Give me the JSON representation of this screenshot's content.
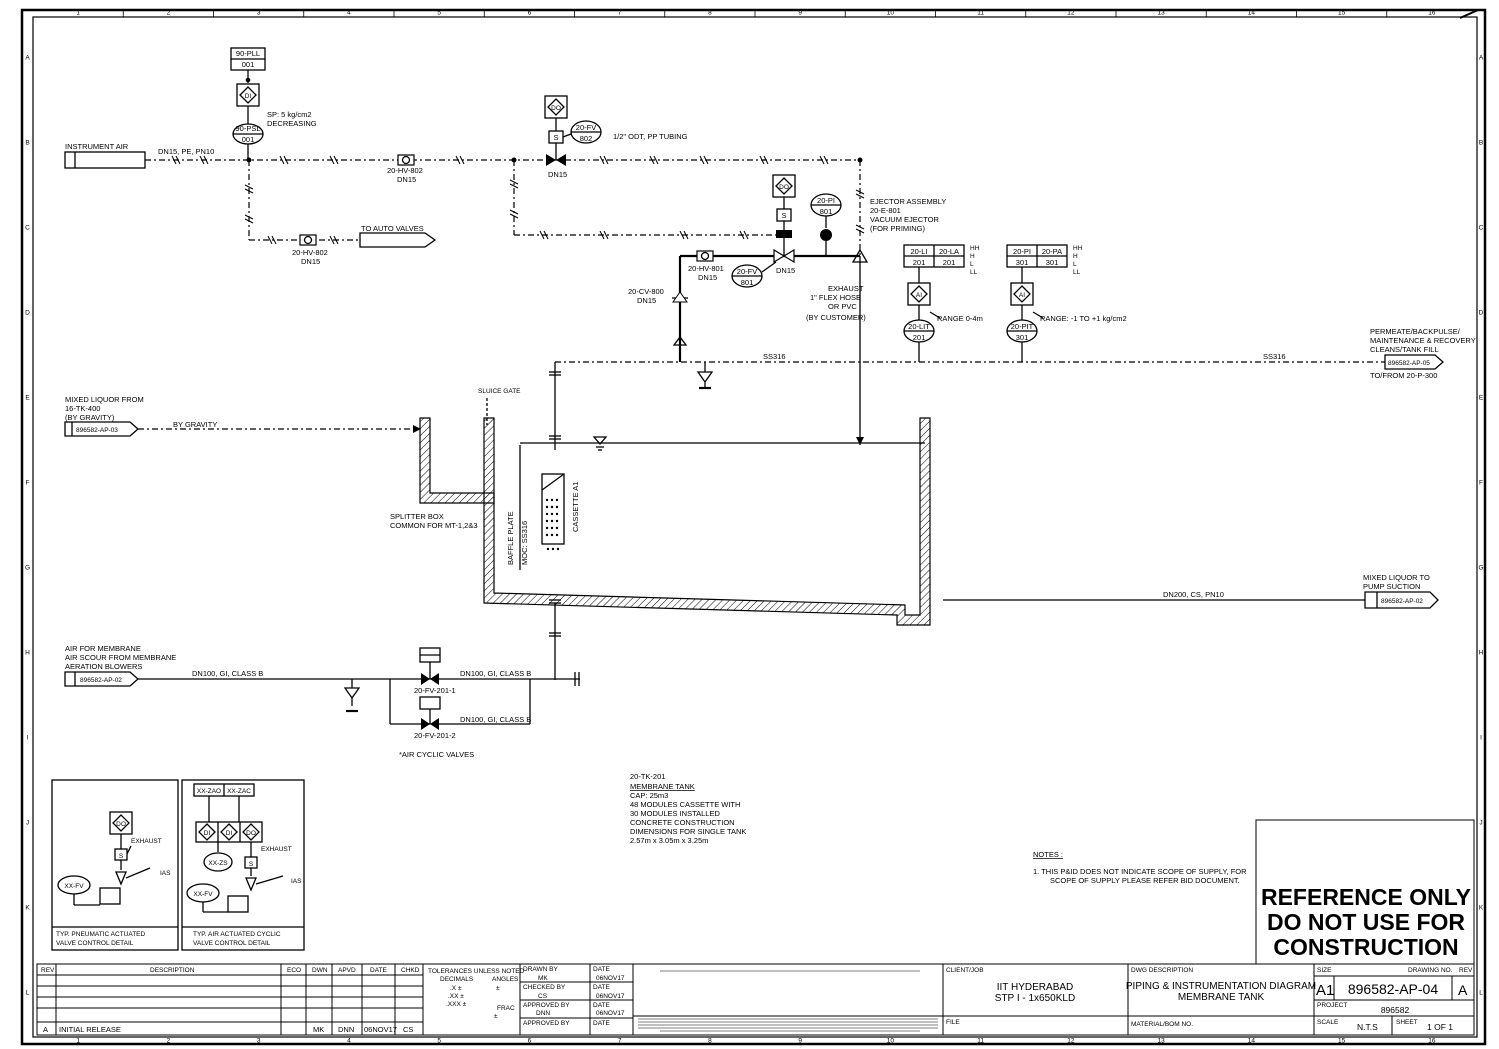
{
  "instruments": {
    "pll_tag": "90-PLL",
    "pll_num": "001",
    "psl_tag": "90-PSL",
    "psl_num": "001",
    "psl_sp": "SP: 5 kg/cm2",
    "psl_sp2": "DECREASING",
    "fv802_tag": "20-FV",
    "fv802_num": "802",
    "fv801_tag": "20-FV",
    "fv801_num": "801",
    "pi801_tag": "20-PI",
    "pi801_num": "801",
    "li_tag": "20-LI",
    "li_num": "201",
    "la_tag": "20-LA",
    "la_num": "201",
    "lit_tag": "20-LIT",
    "lit_num": "201",
    "pi301_tag": "20-PI",
    "pi301_num": "301",
    "pa_tag": "20-PA",
    "pa_num": "301",
    "pit_tag": "20-PIT",
    "pit_num": "301",
    "lit_range": "RANGE 0-4m",
    "pit_range": "RANGE: -1 TO +1 kg/cm2",
    "alarm_hh": "HH",
    "alarm_h": "H",
    "alarm_l": "L",
    "alarm_ll": "LL",
    "di": "DI",
    "do": "DO",
    "ai": "AI",
    "s": "S"
  },
  "labels": {
    "instrument_air": "INSTRUMENT AIR",
    "dn15_pe": "DN15, PE, PN10",
    "odt": "1/2\" ODT, PP TUBING",
    "dn15": "DN15",
    "hv802a": "20-HV-802",
    "hv802b": "20-HV-802",
    "to_auto_valves": "TO AUTO VALVES",
    "ejector1": "EJECTOR ASSEMBLY",
    "ejector2": "20-E-801",
    "ejector3": "VACUUM EJECTOR",
    "ejector4": "(FOR PRIMING)",
    "hv801": "20-HV-801",
    "cv800": "20-CV-800",
    "exhaust1": "EXHAUST",
    "exhaust2": "1\" FLEX HOSE",
    "exhaust3": "OR PVC",
    "exhaust4": "(BY CUSTOMER)",
    "ss316": "SS316",
    "permeate1": "PERMEATE/BACKPULSE/",
    "permeate2": "MAINTENANCE & RECOVERY",
    "permeate3": "CLEANS/TANK FILL",
    "permeate_ref": "896582-AP-05",
    "to_from": "TO/FROM 20-P-300",
    "mixed1": "MIXED LIQUOR FROM",
    "mixed2": "16-TK-400",
    "mixed3": "(BY GRAVITY)",
    "mixed_ref": "896582-AP-03",
    "by_gravity": "BY GRAVITY",
    "sluice_gate": "SLUICE GATE",
    "splitter1": "SPLITTER BOX",
    "splitter2": "COMMON FOR MT-1,2&3",
    "baffle1": "BAFFLE PLATE",
    "baffle2": "MOC: SS316",
    "cassette": "CASSETTE A1",
    "dn200": "DN200, CS, PN10",
    "mixed_to1": "MIXED LIQUOR TO",
    "mixed_to2": "PUMP SUCTION",
    "mixed_to_ref": "896582-AP-02",
    "air1": "AIR FOR MEMBRANE",
    "air2": "AIR SCOUR FROM MEMBRANE",
    "air3": "AERATION BLOWERS",
    "air_ref": "896582-AP-02",
    "dn100_gi": "DN100, GI, CLASS B",
    "fv2011": "20-FV-201-1",
    "fv2012": "20-FV-201-2",
    "cyclic": "*AIR CYCLIC VALVES",
    "tank1": "20-TK-201",
    "tank2": "MEMBRANE TANK",
    "tank3": "CAP: 25m3",
    "tank4": "48 MODULES CASSETTE WITH",
    "tank5": "30 MODULES INSTALLED",
    "tank6": "CONCRETE CONSTRUCTION",
    "tank7": "DIMENSIONS FOR SINGLE TANK",
    "tank8": "2.57m x 3.05m x 3.25m",
    "notes_title": "NOTES :",
    "note1a": "1.   THIS P&ID DOES NOT INDICATE SCOPE OF SUPPLY, FOR",
    "note1b": "SCOPE OF SUPPLY PLEASE REFER BID DOCUMENT."
  },
  "details": {
    "d1_do": "DO",
    "d1_s": "S",
    "d1_exhaust": "EXHAUST",
    "d1_fv": "XX-FV",
    "d1_ias": "IAS",
    "d1_cap1": "TYP. PNEUMATIC ACTUATED",
    "d1_cap2": "VALVE CONTROL DETAIL",
    "d2_zao": "XX-ZAO",
    "d2_zac": "XX-ZAC",
    "d2_di": "DI",
    "d2_do": "DO",
    "d2_zs": "XX-ZS",
    "d2_s": "S",
    "d2_exhaust": "EXHAUST",
    "d2_fv": "XX-FV",
    "d2_ias": "IAS",
    "d2_cap1": "TYP. AIR ACTUATED CYCLIC",
    "d2_cap2": "VALVE CONTROL DETAIL"
  },
  "stamp": {
    "l1": "REFERENCE ONLY",
    "l2": "DO NOT USE FOR",
    "l3": "CONSTRUCTION"
  },
  "title_block": {
    "rev_hdr": "REV",
    "desc_hdr": "DESCRIPTION",
    "eco_hdr": "ECO",
    "dwn_hdr": "DWN",
    "apvd_hdr": "APVD",
    "date_hdr": "DATE",
    "chkd_hdr": "CHKD",
    "rev_a": "A",
    "initial_release": "INITIAL RELEASE",
    "rev_dwn": "MK",
    "rev_apvd": "DNN",
    "rev_date": "06NOV17",
    "rev_chkd": "CS",
    "tol1": "TOLERANCES UNLESS NOTED",
    "tol2": "DECIMALS",
    "tol3": "ANGLES",
    "tol_x": ".X ±",
    "tol_xx": ".XX ±",
    "tol_xxx": ".XXX ±",
    "tol_frac": "FRAC",
    "tol_pm": "±",
    "drawn_by": "DRAWN BY",
    "drawn_val": "MK",
    "checked_by": "CHECKED BY",
    "checked_val": "CS",
    "approved_by": "APPROVED BY",
    "approved_val": "DNN",
    "approved_by2": "APPROVED BY",
    "date_lbl": "DATE",
    "date_val": "06NOV17",
    "client_job": "CLIENT/JOB",
    "client1": "IIT HYDERABAD",
    "client2": "STP I - 1x650KLD",
    "file_lbl": "FILE",
    "dwg_desc": "DWG DESCRIPTION",
    "desc1": "PIPING & INSTRUMENTATION DIAGRAM",
    "desc2": "MEMBRANE TANK",
    "material": "MATERIAL/BOM NO.",
    "size_lbl": "SIZE",
    "size_val": "A1",
    "drawing_no_lbl": "DRAWING NO.",
    "drawing_no": "896582-AP-04",
    "rev_lbl": "REV",
    "rev_val": "A",
    "project_lbl": "PROJECT",
    "project_val": "896582",
    "scale_lbl": "SCALE",
    "scale_val": "N.T.S",
    "sheet_lbl": "SHEET",
    "sheet_val": "1 OF 1"
  },
  "border": {
    "cols": [
      "1",
      "2",
      "3",
      "4",
      "5",
      "6",
      "7",
      "8",
      "9",
      "10",
      "11",
      "12",
      "13",
      "14",
      "15",
      "16"
    ],
    "rows": [
      "A",
      "B",
      "C",
      "D",
      "E",
      "F",
      "G",
      "H",
      "I",
      "J",
      "K",
      "L"
    ]
  }
}
